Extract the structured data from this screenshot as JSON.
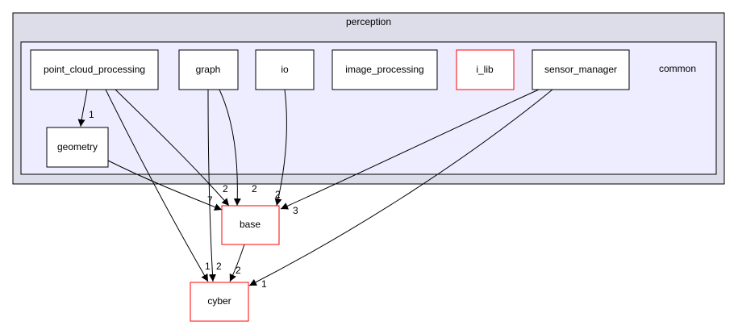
{
  "clusters": {
    "outer_label": "perception",
    "inner_label": "common"
  },
  "nodes": {
    "point_cloud_processing": "point_cloud_processing",
    "graph": "graph",
    "io": "io",
    "image_processing": "image_processing",
    "i_lib": "i_lib",
    "sensor_manager": "sensor_manager",
    "geometry": "geometry",
    "base": "base",
    "cyber": "cyber"
  },
  "edges": {
    "pcp_geometry": "1",
    "pcp_base": "2",
    "graph_base": "2",
    "io_base": "2",
    "geometry_base": "7",
    "sensor_base": "3",
    "pcp_cyber": "1",
    "graph_cyber": "2",
    "base_cyber": "2",
    "sensor_cyber": "1"
  },
  "colors": {
    "outer_cluster_fill": "#dddde9",
    "inner_cluster_fill": "#ededff",
    "external_node_border": "#ff0000",
    "node_border": "#000000"
  }
}
